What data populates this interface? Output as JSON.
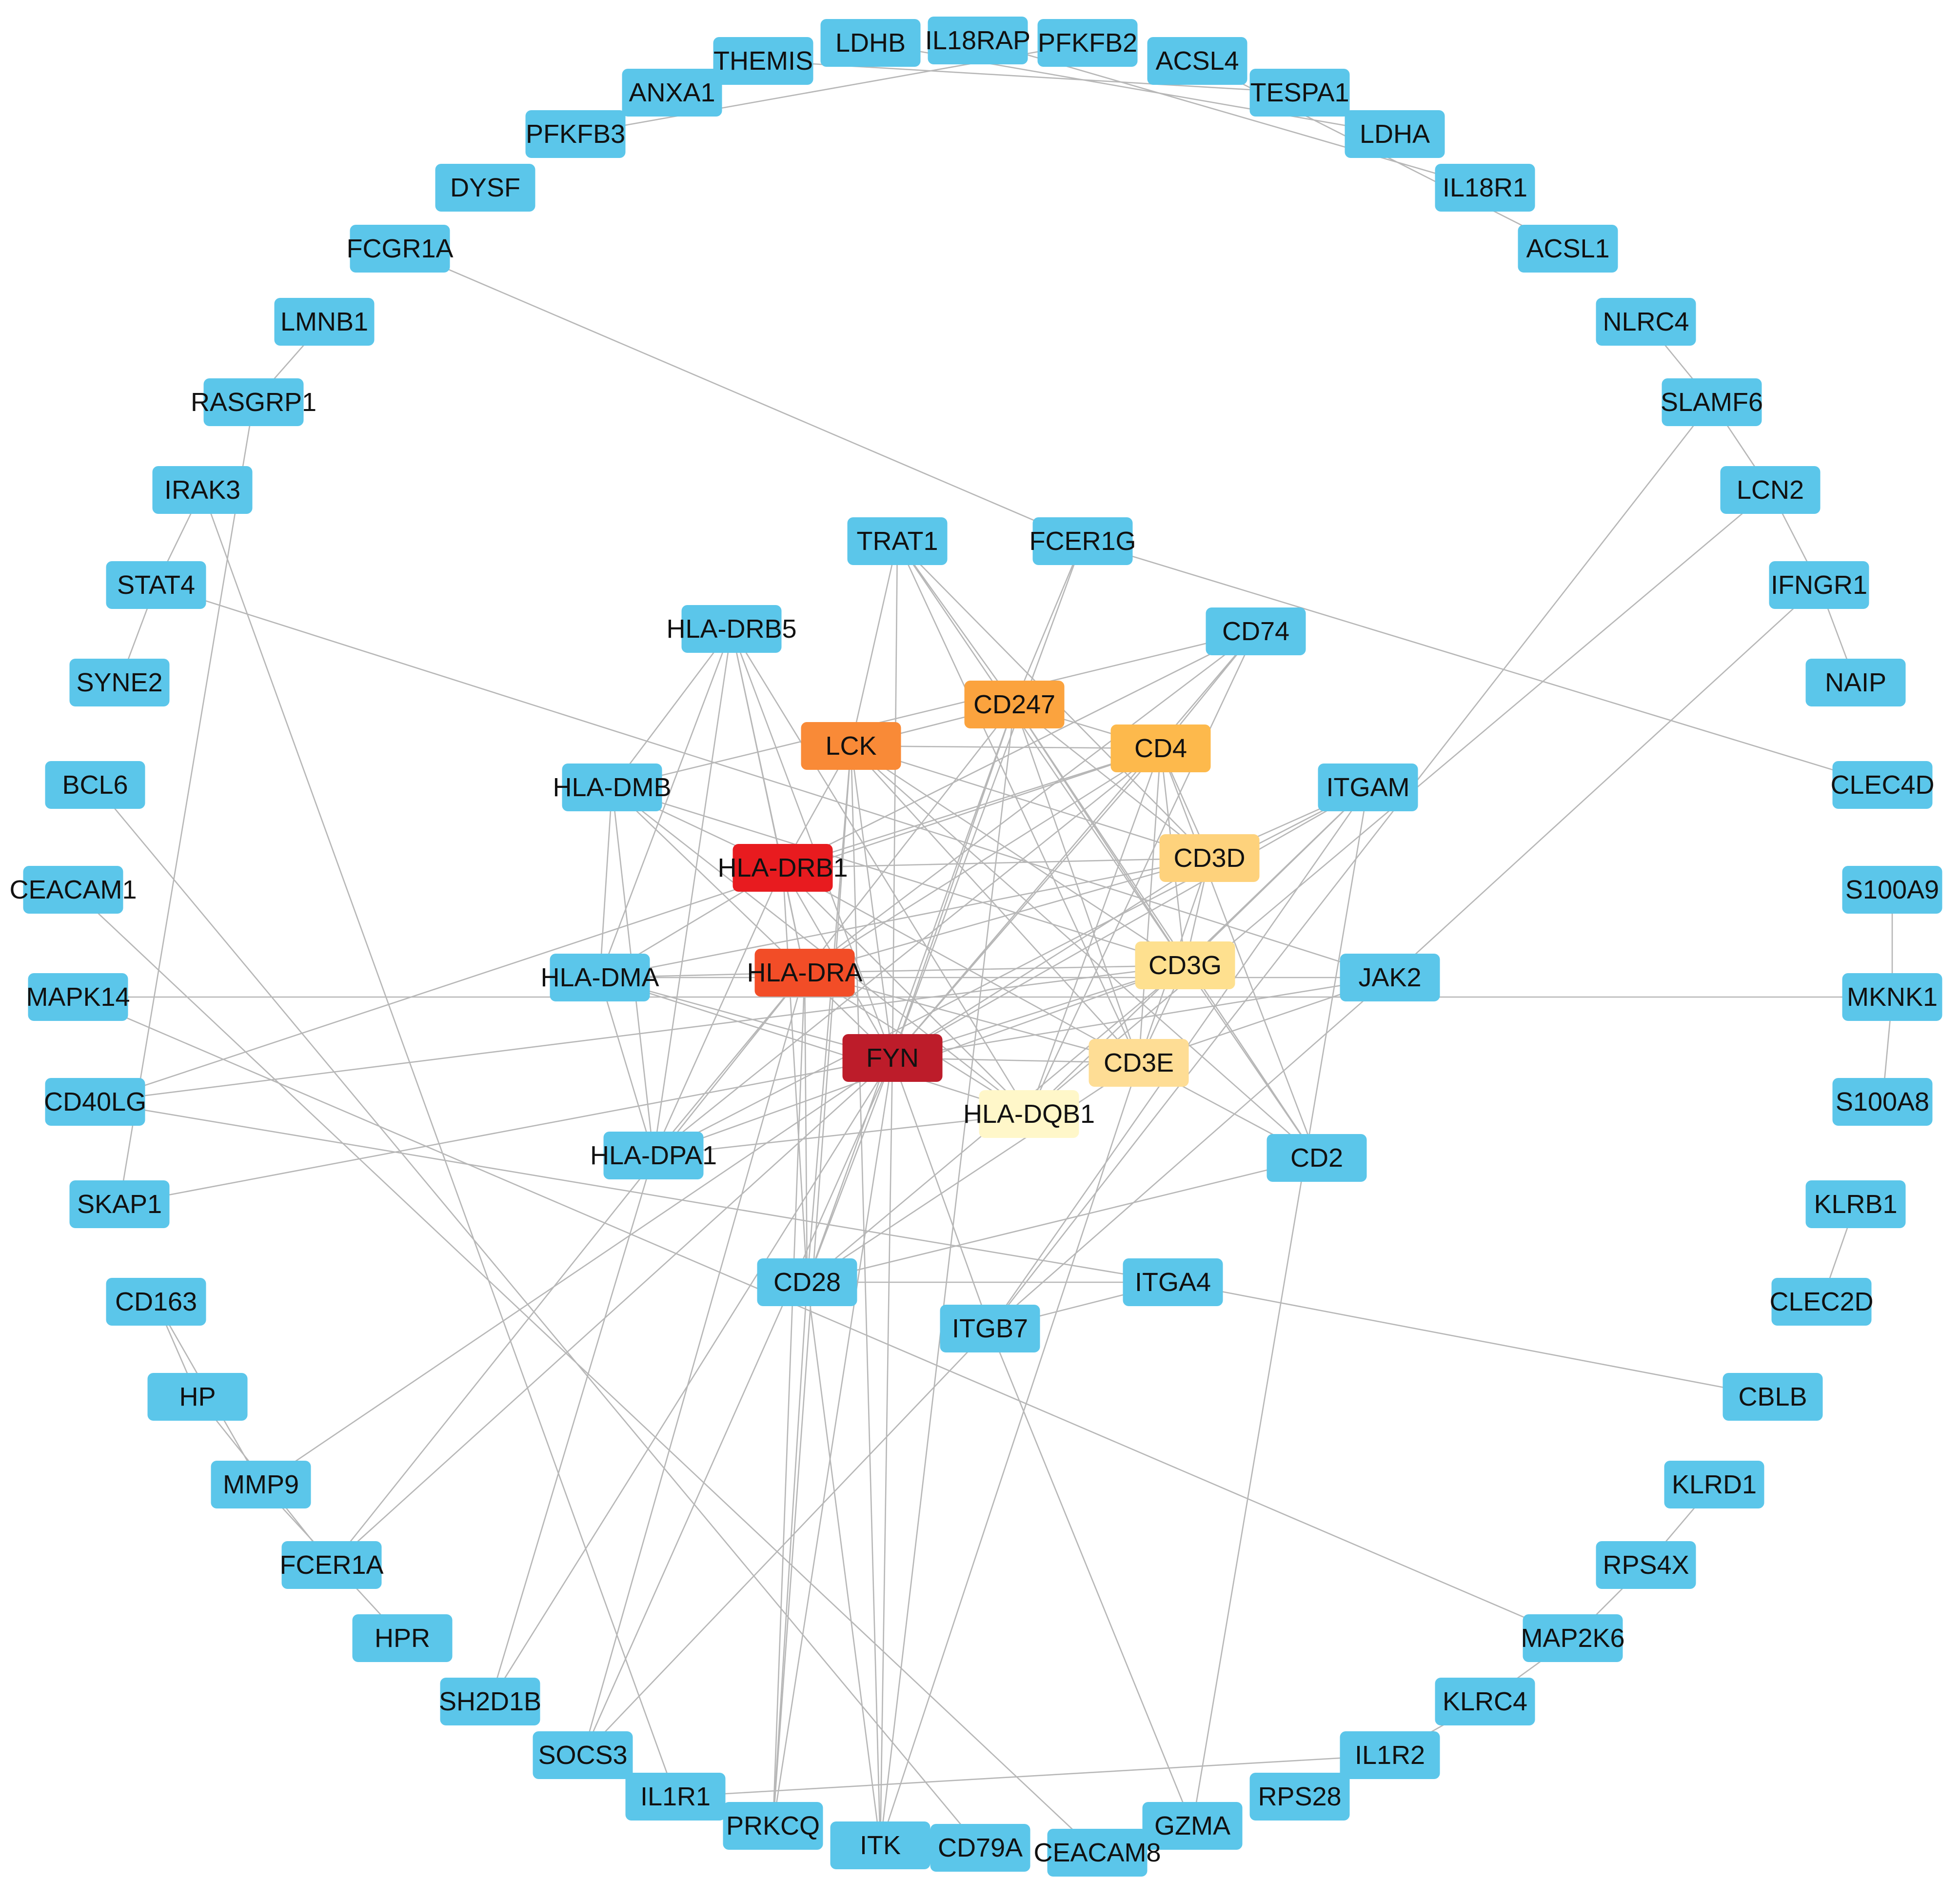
{
  "colors": {
    "peripheral": "#5bc6ea",
    "edge": "#b7b7b7",
    "label": "#111111",
    "FYN": "#bd1c2a",
    "HLA-DRB1": "#e81b1f",
    "HLA-DRA": "#f24d27",
    "LCK": "#f98a37",
    "CD247": "#fba33e",
    "CD4": "#fdb94c",
    "CD3D": "#fed27c",
    "CD3G": "#fee08f",
    "CD3E": "#fedd95",
    "HLA-DQB1": "#fff7c9"
  },
  "nodes": [
    "THEMIS",
    "LDHB",
    "IL18RAP",
    "PFKFB2",
    "ACSL4",
    "ANXA1",
    "TESPA1",
    "PFKFB3",
    "LDHA",
    "DYSF",
    "IL18R1",
    "FCGR1A",
    "ACSL1",
    "LMNB1",
    "NLRC4",
    "RASGRP1",
    "SLAMF6",
    "IRAK3",
    "LCN2",
    "TRAT1",
    "FCER1G",
    "STAT4",
    "IFNGR1",
    "HLA-DRB5",
    "CD74",
    "SYNE2",
    "CD247",
    "NAIP",
    "LCK",
    "CD4",
    "BCL6",
    "HLA-DMB",
    "ITGAM",
    "CLEC4D",
    "HLA-DRB1",
    "CD3D",
    "CEACAM1",
    "S100A9",
    "HLA-DMA",
    "HLA-DRA",
    "CD3G",
    "JAK2",
    "MAPK14",
    "MKNK1",
    "FYN",
    "CD3E",
    "CD40LG",
    "HLA-DQB1",
    "S100A8",
    "HLA-DPA1",
    "CD2",
    "SKAP1",
    "KLRB1",
    "CD28",
    "ITGA4",
    "CD163",
    "CLEC2D",
    "ITGB7",
    "HP",
    "CBLB",
    "MMP9",
    "KLRD1",
    "FCER1A",
    "RPS4X",
    "HPR",
    "MAP2K6",
    "SH2D1B",
    "KLRC4",
    "SOCS3",
    "IL1R2",
    "IL1R1",
    "RPS28",
    "PRKCQ",
    "GZMA",
    "ITK",
    "CD79A",
    "CEACAM8"
  ],
  "edges": [
    [
      "THEMIS",
      "TESPA1"
    ],
    [
      "LDHB",
      "LDHA"
    ],
    [
      "IL18RAP",
      "IL18R1"
    ],
    [
      "PFKFB2",
      "PFKFB3"
    ],
    [
      "ACSL4",
      "ACSL1"
    ],
    [
      "LMNB1",
      "RASGRP1"
    ],
    [
      "RASGRP1",
      "SKAP1"
    ],
    [
      "IRAK3",
      "STAT4"
    ],
    [
      "STAT4",
      "SYNE2"
    ],
    [
      "IRAK3",
      "IL1R1"
    ],
    [
      "FCGR1A",
      "FCER1G"
    ],
    [
      "FCER1G",
      "CLEC4D"
    ],
    [
      "NLRC4",
      "SLAMF6"
    ],
    [
      "SLAMF6",
      "LCN2"
    ],
    [
      "LCN2",
      "IFNGR1"
    ],
    [
      "IFNGR1",
      "NAIP"
    ],
    [
      "SLAMF6",
      "ITGB7"
    ],
    [
      "LCN2",
      "HLA-DQB1"
    ],
    [
      "IFNGR1",
      "JAK2"
    ],
    [
      "S100A9",
      "MKNK1"
    ],
    [
      "MKNK1",
      "S100A8"
    ],
    [
      "KLRB1",
      "CLEC2D"
    ],
    [
      "CD163",
      "HP"
    ],
    [
      "CD163",
      "MMP9"
    ],
    [
      "HP",
      "FCER1A"
    ],
    [
      "MMP9",
      "HPR"
    ],
    [
      "KLRD1",
      "RPS4X"
    ],
    [
      "RPS4X",
      "MAP2K6"
    ],
    [
      "MAP2K6",
      "KLRC4"
    ],
    [
      "KLRC4",
      "IL1R2"
    ],
    [
      "IL1R2",
      "RPS28"
    ],
    [
      "IL1R2",
      "IL1R1"
    ],
    [
      "BCL6",
      "CD79A"
    ],
    [
      "CEACAM1",
      "CEACAM8"
    ],
    [
      "MAPK14",
      "MAP2K6"
    ],
    [
      "MAPK14",
      "MKNK1"
    ],
    [
      "CD40LG",
      "ITGA4"
    ],
    [
      "STAT4",
      "JAK2"
    ],
    [
      "ITGA4",
      "CBLB"
    ],
    [
      "ITGA4",
      "ITGB7"
    ],
    [
      "ITGA4",
      "CD28"
    ],
    [
      "ITGAM",
      "ITGB7"
    ],
    [
      "ITGAM",
      "GZMA"
    ],
    [
      "ITGB7",
      "GZMA"
    ],
    [
      "JAK2",
      "ITGB7"
    ],
    [
      "FYN",
      "LCK"
    ],
    [
      "FYN",
      "CD247"
    ],
    [
      "FYN",
      "CD4"
    ],
    [
      "FYN",
      "CD3D"
    ],
    [
      "FYN",
      "CD3G"
    ],
    [
      "FYN",
      "CD3E"
    ],
    [
      "FYN",
      "HLA-DRB1"
    ],
    [
      "FYN",
      "HLA-DRA"
    ],
    [
      "FYN",
      "TRAT1"
    ],
    [
      "FYN",
      "FCER1G"
    ],
    [
      "FYN",
      "CD28"
    ],
    [
      "FYN",
      "ITK"
    ],
    [
      "FYN",
      "PRKCQ"
    ],
    [
      "FYN",
      "SH2D1B"
    ],
    [
      "FYN",
      "SOCS3"
    ],
    [
      "FYN",
      "MMP9"
    ],
    [
      "FYN",
      "FCER1A"
    ],
    [
      "FYN",
      "ITGB7"
    ],
    [
      "FYN",
      "SKAP1"
    ],
    [
      "FYN",
      "CD74"
    ],
    [
      "FYN",
      "ITGAM"
    ],
    [
      "FYN",
      "JAK2"
    ],
    [
      "FYN",
      "HLA-DMA"
    ],
    [
      "LCK",
      "CD247"
    ],
    [
      "LCK",
      "CD4"
    ],
    [
      "LCK",
      "CD3D"
    ],
    [
      "LCK",
      "CD3G"
    ],
    [
      "LCK",
      "CD3E"
    ],
    [
      "LCK",
      "CD28"
    ],
    [
      "LCK",
      "ITK"
    ],
    [
      "LCK",
      "PRKCQ"
    ],
    [
      "LCK",
      "TRAT1"
    ],
    [
      "LCK",
      "CD2"
    ],
    [
      "LCK",
      "HLA-DRB1"
    ],
    [
      "CD247",
      "CD3D"
    ],
    [
      "CD247",
      "CD3G"
    ],
    [
      "CD247",
      "CD3E"
    ],
    [
      "CD247",
      "CD4"
    ],
    [
      "CD247",
      "TRAT1"
    ],
    [
      "CD247",
      "FCER1G"
    ],
    [
      "CD247",
      "ITK"
    ],
    [
      "CD247",
      "CD28"
    ],
    [
      "CD247",
      "CD2"
    ],
    [
      "CD247",
      "HLA-DRA"
    ],
    [
      "CD4",
      "CD74"
    ],
    [
      "CD4",
      "HLA-DRB1"
    ],
    [
      "CD4",
      "HLA-DRA"
    ],
    [
      "CD4",
      "HLA-DQB1"
    ],
    [
      "CD4",
      "CD3D"
    ],
    [
      "CD4",
      "CD3G"
    ],
    [
      "CD4",
      "CD3E"
    ],
    [
      "CD4",
      "HLA-DPA1"
    ],
    [
      "CD4",
      "CD40LG"
    ],
    [
      "CD3D",
      "CD3G"
    ],
    [
      "CD3D",
      "CD3E"
    ],
    [
      "CD3G",
      "CD3E"
    ],
    [
      "CD3D",
      "TRAT1"
    ],
    [
      "CD3G",
      "TRAT1"
    ],
    [
      "CD3D",
      "HLA-DRB1"
    ],
    [
      "CD3G",
      "HLA-DRA"
    ],
    [
      "CD3E",
      "CD2"
    ],
    [
      "CD74",
      "HLA-DRB1"
    ],
    [
      "CD74",
      "HLA-DRA"
    ],
    [
      "CD74",
      "HLA-DQB1"
    ],
    [
      "CD74",
      "HLA-DMB"
    ],
    [
      "HLA-DRB5",
      "HLA-DRB1"
    ],
    [
      "HLA-DRB5",
      "HLA-DRA"
    ],
    [
      "HLA-DRB5",
      "HLA-DMB"
    ],
    [
      "HLA-DRB5",
      "HLA-DMA"
    ],
    [
      "HLA-DRB5",
      "HLA-DPA1"
    ],
    [
      "HLA-DRB5",
      "HLA-DQB1"
    ],
    [
      "HLA-DRB5",
      "FYN"
    ],
    [
      "HLA-DMB",
      "HLA-DMA"
    ],
    [
      "HLA-DMB",
      "HLA-DRB1"
    ],
    [
      "HLA-DMB",
      "HLA-DRA"
    ],
    [
      "HLA-DMB",
      "HLA-DPA1"
    ],
    [
      "HLA-DMB",
      "HLA-DQB1"
    ],
    [
      "HLA-DMB",
      "CD3G"
    ],
    [
      "HLA-DMA",
      "HLA-DRB1"
    ],
    [
      "HLA-DMA",
      "HLA-DRA"
    ],
    [
      "HLA-DMA",
      "HLA-DPA1"
    ],
    [
      "HLA-DMA",
      "HLA-DQB1"
    ],
    [
      "HLA-DMA",
      "CD3D"
    ],
    [
      "HLA-DMA",
      "JAK2"
    ],
    [
      "HLA-DRB1",
      "HLA-DRA"
    ],
    [
      "HLA-DRB1",
      "HLA-DQB1"
    ],
    [
      "HLA-DRB1",
      "HLA-DPA1"
    ],
    [
      "HLA-DRB1",
      "CD28"
    ],
    [
      "HLA-DRB1",
      "CD3E"
    ],
    [
      "HLA-DRA",
      "HLA-DQB1"
    ],
    [
      "HLA-DRA",
      "HLA-DPA1"
    ],
    [
      "HLA-DRA",
      "CD3E"
    ],
    [
      "HLA-DRA",
      "PRKCQ"
    ],
    [
      "HLA-DRA",
      "FCER1A"
    ],
    [
      "HLA-DRA",
      "CD3D"
    ],
    [
      "HLA-DPA1",
      "HLA-DQB1"
    ],
    [
      "HLA-DPA1",
      "CD3G"
    ],
    [
      "HLA-DPA1",
      "ITGAM"
    ],
    [
      "ITGAM",
      "CD3D"
    ],
    [
      "ITGAM",
      "CD3G"
    ],
    [
      "ITGAM",
      "HLA-DQB1"
    ],
    [
      "CD28",
      "CD2"
    ],
    [
      "CD28",
      "ITK"
    ],
    [
      "CD28",
      "PRKCQ"
    ],
    [
      "CD28",
      "CD3E"
    ],
    [
      "CD28",
      "CD3G"
    ],
    [
      "CD28",
      "HLA-DRA"
    ],
    [
      "CD2",
      "CD3G"
    ],
    [
      "CD2",
      "CD4"
    ],
    [
      "CD3G",
      "CD40LG"
    ],
    [
      "TRAT1",
      "CD3E"
    ],
    [
      "SOCS3",
      "HLA-DRA"
    ],
    [
      "SOCS3",
      "ITGB7"
    ],
    [
      "SH2D1B",
      "HLA-DPA1"
    ],
    [
      "JAK2",
      "CD3E"
    ],
    [
      "ITK",
      "CD3E"
    ]
  ]
}
